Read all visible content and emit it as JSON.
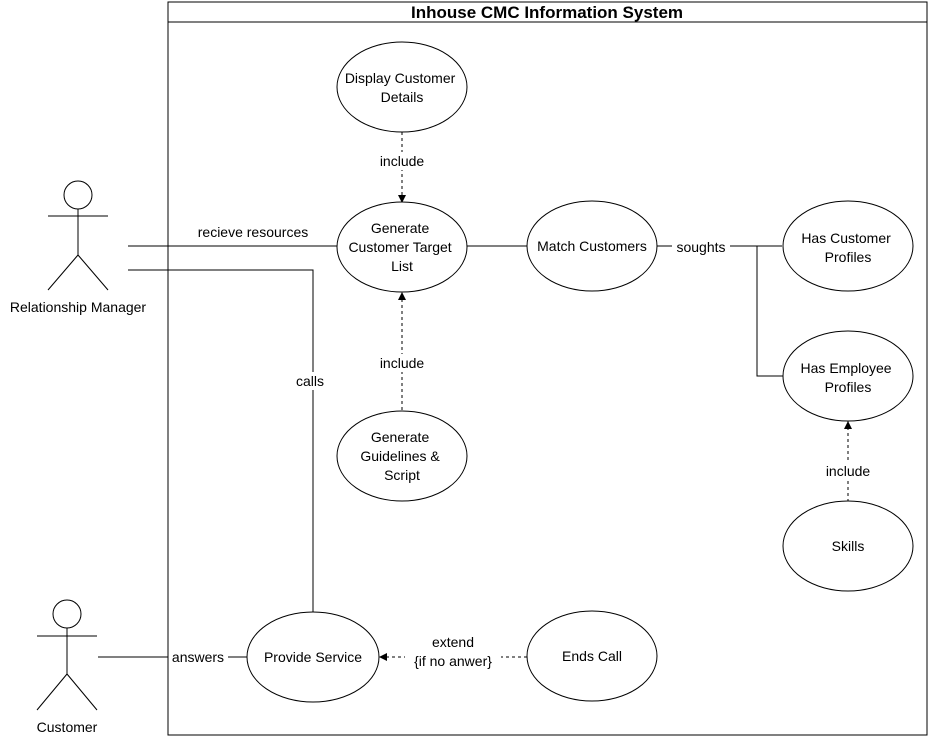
{
  "diagram": {
    "system_title": "Inhouse CMC Information System",
    "actors": {
      "relationship_manager": "Relationship Manager",
      "customer": "Customer"
    },
    "use_cases": {
      "display_customer_details": [
        "Display Customer",
        "Details"
      ],
      "generate_target_list": [
        "Generate",
        "Customer Target",
        "List"
      ],
      "match_customers": [
        "Match Customers"
      ],
      "has_customer_profiles": [
        "Has Customer",
        "Profiles"
      ],
      "has_employee_profiles": [
        "Has Employee",
        "Profiles"
      ],
      "generate_guidelines": [
        "Generate",
        "Guidelines &",
        "Script"
      ],
      "skills": [
        "Skills"
      ],
      "provide_service": [
        "Provide Service"
      ],
      "ends_call": [
        "Ends Call"
      ]
    },
    "edge_labels": {
      "include_top": "include",
      "receive_resources": "recieve resources",
      "soughts": "soughts",
      "include_middle": "include",
      "calls": "calls",
      "include_skills": "include",
      "answers": "answers",
      "extend": "extend",
      "extend_condition": "{if no anwer}"
    }
  }
}
